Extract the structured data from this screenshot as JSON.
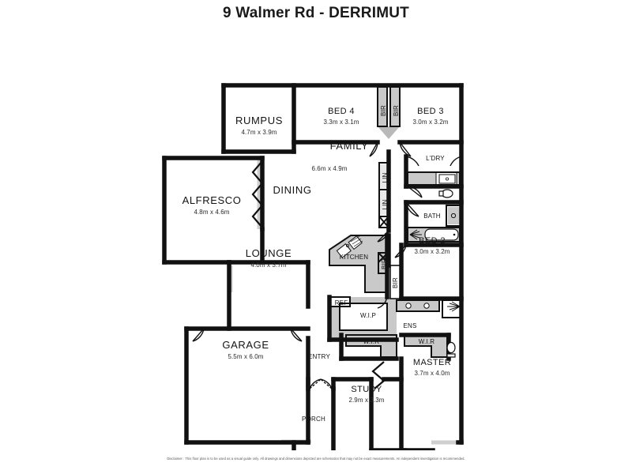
{
  "title": "9 Walmer Rd - DERRIMUT",
  "disclaimer": "Disclaimer : This floor plan is to be used as a visual guide only. All drawings and dimensions depicted are schematics that may not be exact measurements. An independent investigation is recommended.",
  "colors": {
    "wall": "#111111",
    "thin_wall": "#1a1a1a",
    "opening": "#cccccc",
    "joinery_fill": "#c9c9c9",
    "background": "#ffffff",
    "text": "#141414"
  },
  "rooms": [
    {
      "id": "rumpus",
      "name": "RUMPUS",
      "dim": "4.7m x 3.9m"
    },
    {
      "id": "bed4",
      "name": "BED 4",
      "dim": "3.3m x 3.1m"
    },
    {
      "id": "bed3",
      "name": "BED 3",
      "dim": "3.0m x 3.2m"
    },
    {
      "id": "family",
      "name": "FAMILY",
      "dim": "6.6m x 4.9m"
    },
    {
      "id": "alfresco",
      "name": "ALFRESCO",
      "dim": "4.8m x 4.6m"
    },
    {
      "id": "dining",
      "name": "DINING",
      "dim": ""
    },
    {
      "id": "lounge",
      "name": "LOUNGE",
      "dim": "4.0m x 3.7m"
    },
    {
      "id": "bed2",
      "name": "BED 2",
      "dim": "3.0m x 3.2m"
    },
    {
      "id": "garage",
      "name": "GARAGE",
      "dim": "5.5m x 6.0m"
    },
    {
      "id": "study",
      "name": "STUDY",
      "dim": "2.9m x 3.3m"
    },
    {
      "id": "master",
      "name": "MASTER",
      "dim": "3.7m x 4.0m"
    },
    {
      "id": "kitchen",
      "name": "KITCHEN",
      "dim": ""
    },
    {
      "id": "bath",
      "name": "BATH",
      "dim": ""
    },
    {
      "id": "ldry",
      "name": "L'DRY",
      "dim": ""
    },
    {
      "id": "ens",
      "name": "ENS",
      "dim": ""
    },
    {
      "id": "porch",
      "name": "PORCH",
      "dim": ""
    },
    {
      "id": "entry",
      "name": "ENTRY",
      "dim": ""
    },
    {
      "id": "wip",
      "name": "W.I.P",
      "dim": ""
    },
    {
      "id": "ref",
      "name": "REF",
      "dim": ""
    },
    {
      "id": "wir_left",
      "name": "W.I.R",
      "dim": ""
    },
    {
      "id": "wir_right",
      "name": "W.I.R",
      "dim": ""
    }
  ],
  "joinery_labels": [
    {
      "id": "bir_bed4",
      "name": "BIR"
    },
    {
      "id": "bir_bed3",
      "name": "BIR"
    },
    {
      "id": "lin_upper",
      "name": "LIN"
    },
    {
      "id": "lin_lower",
      "name": "LIN"
    },
    {
      "id": "bir_kitchen_side",
      "name": "BIR"
    },
    {
      "id": "bir_bed2",
      "name": "BIR"
    }
  ],
  "fixtures": [
    {
      "id": "laundry-trough",
      "name": "laundry-trough-icon"
    },
    {
      "id": "wc-laundry",
      "name": "toilet-icon"
    },
    {
      "id": "shower-bath",
      "name": "shower-icon"
    },
    {
      "id": "bathtub",
      "name": "bathtub-icon"
    },
    {
      "id": "vanity-bath",
      "name": "vanity-icon"
    },
    {
      "id": "ens-vanity",
      "name": "double-vanity-icon"
    },
    {
      "id": "ens-shower",
      "name": "shower-icon"
    },
    {
      "id": "ens-wc",
      "name": "toilet-icon"
    },
    {
      "id": "kitchen-sink",
      "name": "sink-icon"
    },
    {
      "id": "kitchen-cooktop",
      "name": "cooktop-icon"
    }
  ]
}
